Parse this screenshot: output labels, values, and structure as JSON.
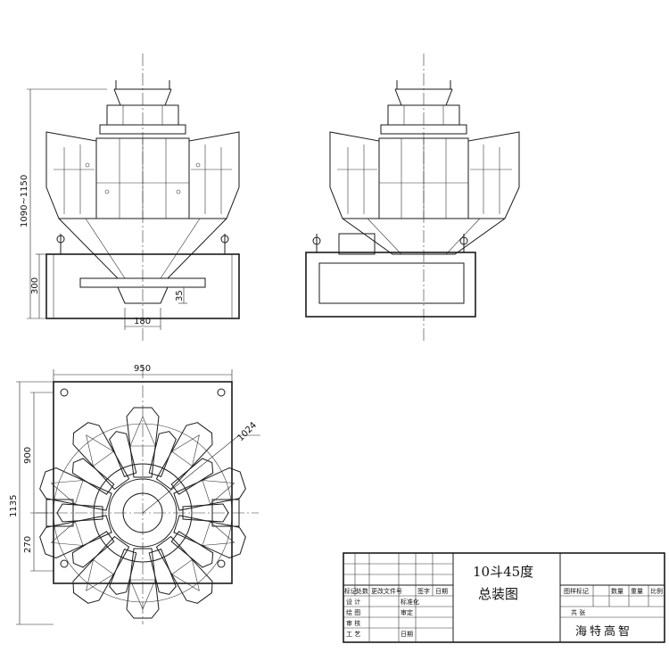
{
  "front_view": {
    "dim_height_range": "1090~1150",
    "dim_base_height": "300",
    "dim_outlet_width": "180",
    "dim_outlet_height": "35"
  },
  "top_view": {
    "dim_width": "950",
    "dim_total_height": "1135",
    "dim_upper": "900",
    "dim_lower": "270",
    "dim_radius": "1024"
  },
  "title_block": {
    "title_line1": "10斗45度",
    "title_line2": "总装图",
    "company": "海特高智",
    "labels": {
      "mark": "标记",
      "count": "处数",
      "change_doc": "更改文件号",
      "signature": "签字",
      "date": "日期",
      "design": "设 计",
      "standardization": "标准化",
      "drawing": "绘 图",
      "review": "审定",
      "check": "审 核",
      "process": "工 艺",
      "date2": "日期",
      "stage_mark": "图样标记",
      "quantity": "数量",
      "weight": "重量",
      "scale": "比例",
      "total_sheets": "共 张"
    }
  }
}
